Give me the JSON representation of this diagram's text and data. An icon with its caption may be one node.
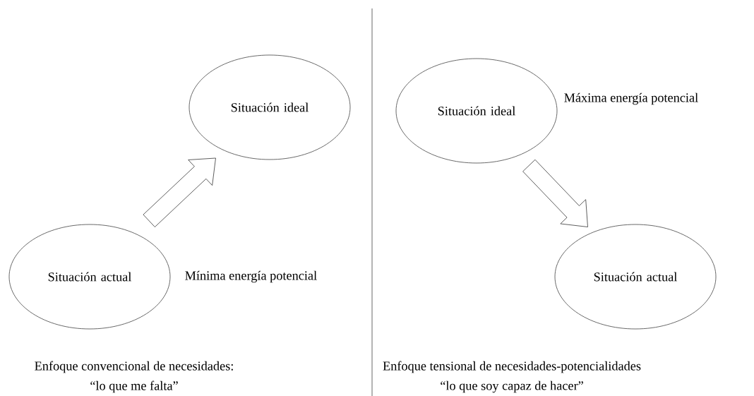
{
  "diagram": {
    "nodes": [
      {
        "text": [
          "Situación ideal"
        ]
      },
      {
        "text": [
          "Situación actual"
        ],
        "beside": [
          "Mínima energía potencial"
        ]
      },
      {
        "text": [
          "Situación ideal"
        ],
        "beside": [
          "Máxima energía potencial"
        ]
      },
      {
        "text": [
          "Situación actual"
        ]
      }
    ],
    "edges": [
      {
        "from": 1,
        "to": 0,
        "arrow": "to"
      },
      {
        "from": 2,
        "to": 3,
        "arrow": "to"
      }
    ],
    "labels": [
      "Enfoque convencional de necesidades:",
      "“lo que me falta”",
      "Enfoque tensional de necesidades-potencialidades",
      "“lo que soy capaz de hacer”"
    ]
  }
}
